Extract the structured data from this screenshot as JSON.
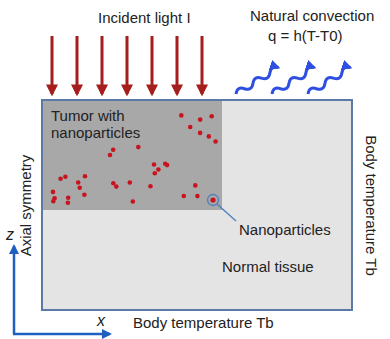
{
  "diagram": {
    "nodes": [
      {
        "text": [
          "Normal tissue"
        ]
      },
      {
        "text": [
          "Tumor with nanoparticles"
        ],
        "in": 0
      }
    ],
    "labels": [
      "Incident light I",
      "Natural convection",
      "q = h(T-T0)",
      "Axial symmetry",
      "Body temperature Tb",
      "Nanoparticles",
      "z",
      "x",
      "Body temperature Tb"
    ]
  }
}
